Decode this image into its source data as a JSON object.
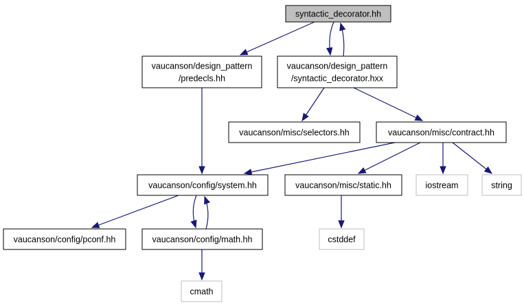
{
  "diagram": {
    "nodes": [
      {
        "id": "n0",
        "lines": [
          "syntactic_decorator.hh"
        ],
        "style": "root"
      },
      {
        "id": "n1",
        "lines": [
          "vaucanson/design_pattern",
          "/predecls.hh"
        ],
        "style": "normal"
      },
      {
        "id": "n2",
        "lines": [
          "vaucanson/design_pattern",
          "/syntactic_decorator.hxx"
        ],
        "style": "normal"
      },
      {
        "id": "n3",
        "lines": [
          "vaucanson/misc/selectors.hh"
        ],
        "style": "normal"
      },
      {
        "id": "n4",
        "lines": [
          "vaucanson/misc/contract.hh"
        ],
        "style": "normal"
      },
      {
        "id": "n5",
        "lines": [
          "vaucanson/config/system.hh"
        ],
        "style": "normal"
      },
      {
        "id": "n6",
        "lines": [
          "vaucanson/misc/static.hh"
        ],
        "style": "normal"
      },
      {
        "id": "n7",
        "lines": [
          "iostream"
        ],
        "style": "external"
      },
      {
        "id": "n8",
        "lines": [
          "string"
        ],
        "style": "external"
      },
      {
        "id": "n9",
        "lines": [
          "vaucanson/config/pconf.hh"
        ],
        "style": "normal"
      },
      {
        "id": "n10",
        "lines": [
          "vaucanson/config/math.hh"
        ],
        "style": "normal"
      },
      {
        "id": "n11",
        "lines": [
          "cstddef"
        ],
        "style": "external"
      },
      {
        "id": "n12",
        "lines": [
          "cmath"
        ],
        "style": "external"
      }
    ],
    "edges": [
      {
        "from": "n0",
        "to": "n1"
      },
      {
        "from": "n0",
        "to": "n2"
      },
      {
        "from": "n2",
        "to": "n0"
      },
      {
        "from": "n1",
        "to": "n5"
      },
      {
        "from": "n2",
        "to": "n3"
      },
      {
        "from": "n2",
        "to": "n4"
      },
      {
        "from": "n4",
        "to": "n5"
      },
      {
        "from": "n4",
        "to": "n6"
      },
      {
        "from": "n4",
        "to": "n7"
      },
      {
        "from": "n4",
        "to": "n8"
      },
      {
        "from": "n5",
        "to": "n9"
      },
      {
        "from": "n5",
        "to": "n10"
      },
      {
        "from": "n10",
        "to": "n5"
      },
      {
        "from": "n6",
        "to": "n11"
      },
      {
        "from": "n10",
        "to": "n12"
      }
    ],
    "colors": {
      "edge": "#191970",
      "root_fill": "#bfbfbf",
      "external_border": "#bfbfbf",
      "node_border": "#000000"
    }
  }
}
